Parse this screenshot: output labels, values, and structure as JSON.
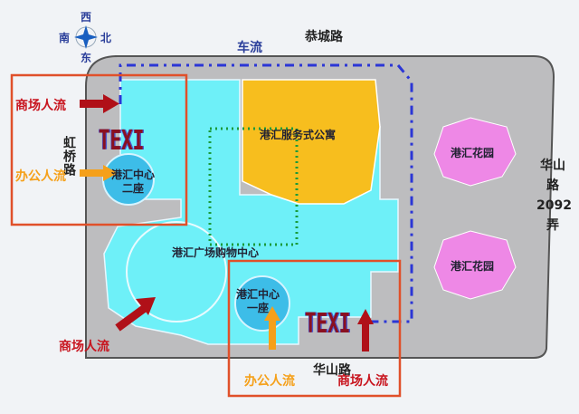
{
  "compass": {
    "west": "西",
    "south": "南",
    "north": "北",
    "east": "东"
  },
  "roads": {
    "top": "恭城路",
    "left": "虹桥路",
    "bottom": "华山路",
    "right": "华山路2092弄"
  },
  "flows": {
    "car": "车流",
    "mall_left": "商场人流",
    "office_left": "办公人流",
    "mall_bottom_left": "商场人流",
    "office_bottom": "办公人流",
    "mall_bottom": "商场人流"
  },
  "buildings": {
    "tower2": "港汇中心二座",
    "apartment": "港汇服务式公寓",
    "mall": "港汇广场购物中心",
    "tower1": "港汇中心一座",
    "garden1": "港汇花园",
    "garden2": "港汇花园"
  },
  "taxi_signs": [
    "TEXI",
    "TEXI"
  ],
  "colors": {
    "mall": "#6ef0f8",
    "apartment": "#f7be1e",
    "garden": "#ee88e6",
    "site": "#bdbdbf",
    "highlight_box": "#e0502a",
    "car_flow": "#2b36d6",
    "mall_flow": "#c8141e",
    "office_flow": "#f5a01a"
  }
}
